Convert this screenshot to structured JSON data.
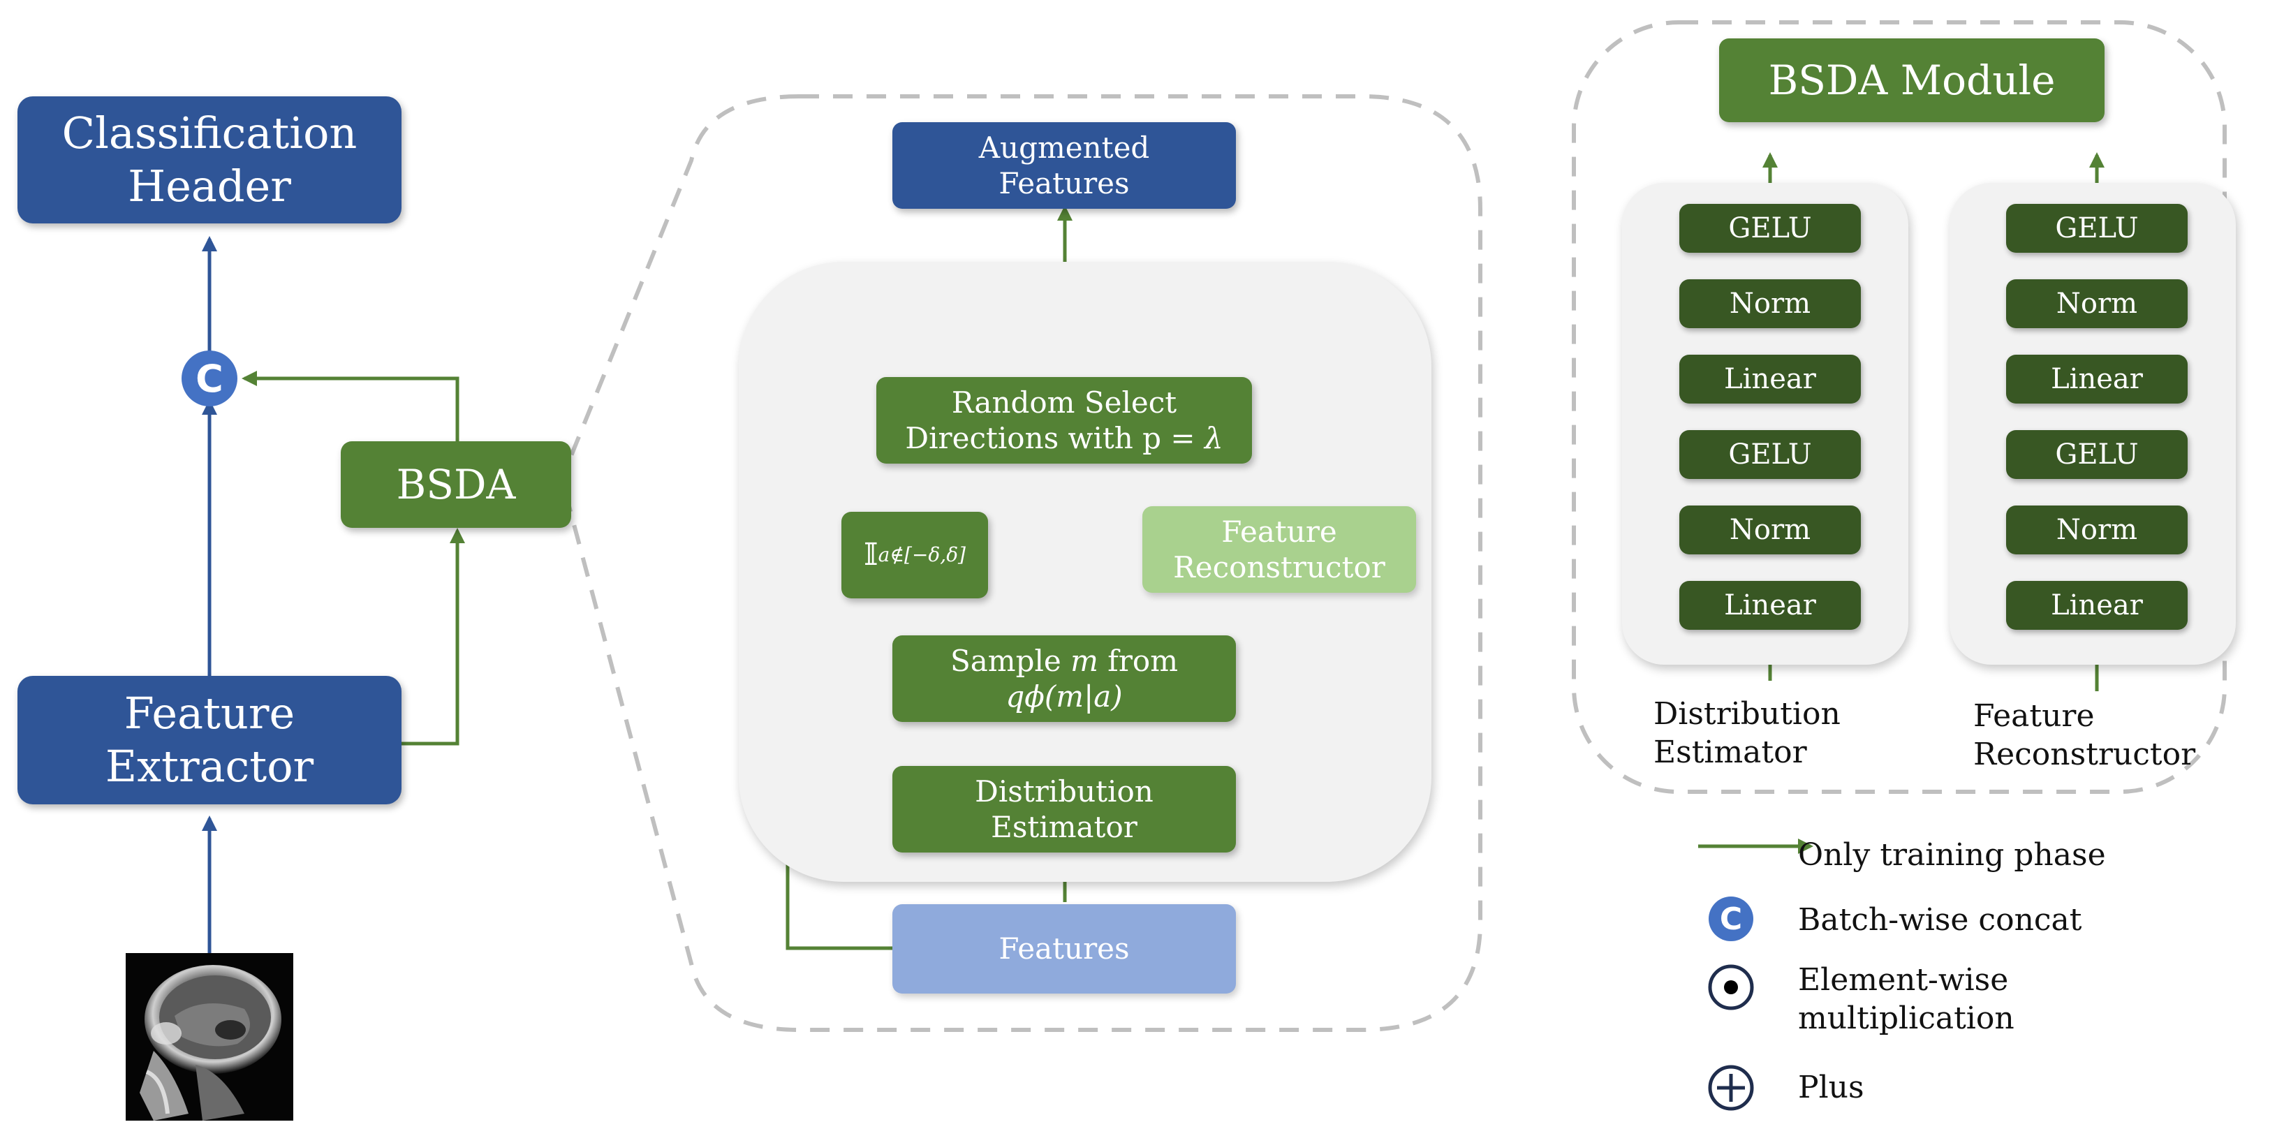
{
  "left": {
    "classification_header": "Classification\nHeader",
    "feature_extractor": "Feature\nExtractor",
    "bsda": "BSDA",
    "concat_symbol": "C"
  },
  "middle": {
    "augmented_features": "Augmented\nFeatures",
    "random_select_line1": "Random Select",
    "random_select_line2_prefix": "Directions with p = ",
    "random_select_lambda": "λ",
    "indicator": "𝕀",
    "indicator_sub": "a∉[−δ,δ]",
    "feature_reconstructor": "Feature\nReconstructor",
    "sample_prefix": "Sample ",
    "sample_var": "m",
    "sample_suffix": " from",
    "sample_formula": "qϕ(m|a)",
    "distribution_estimator": "Distribution\nEstimator",
    "features": "Features"
  },
  "module": {
    "title": "BSDA Module",
    "distribution_stack": [
      "GELU",
      "Norm",
      "Linear",
      "GELU",
      "Norm",
      "Linear"
    ],
    "reconstructor_stack": [
      "GELU",
      "Norm",
      "Linear",
      "GELU",
      "Norm",
      "Linear"
    ],
    "distribution_label": "Distribution\nEstimator",
    "reconstructor_label": "Feature\nReconstructor"
  },
  "legend": {
    "training": "Only training phase",
    "concat": "Batch-wise concat",
    "concat_symbol": "C",
    "multiply": "Element-wise\nmultiplication",
    "plus": "Plus"
  },
  "colors": {
    "dark_blue": "#2f5597",
    "green": "#548235",
    "dark_green": "#385723",
    "light_green": "#a9d18e",
    "light_blue": "#8faadc",
    "concat_blue": "#4472c4"
  }
}
